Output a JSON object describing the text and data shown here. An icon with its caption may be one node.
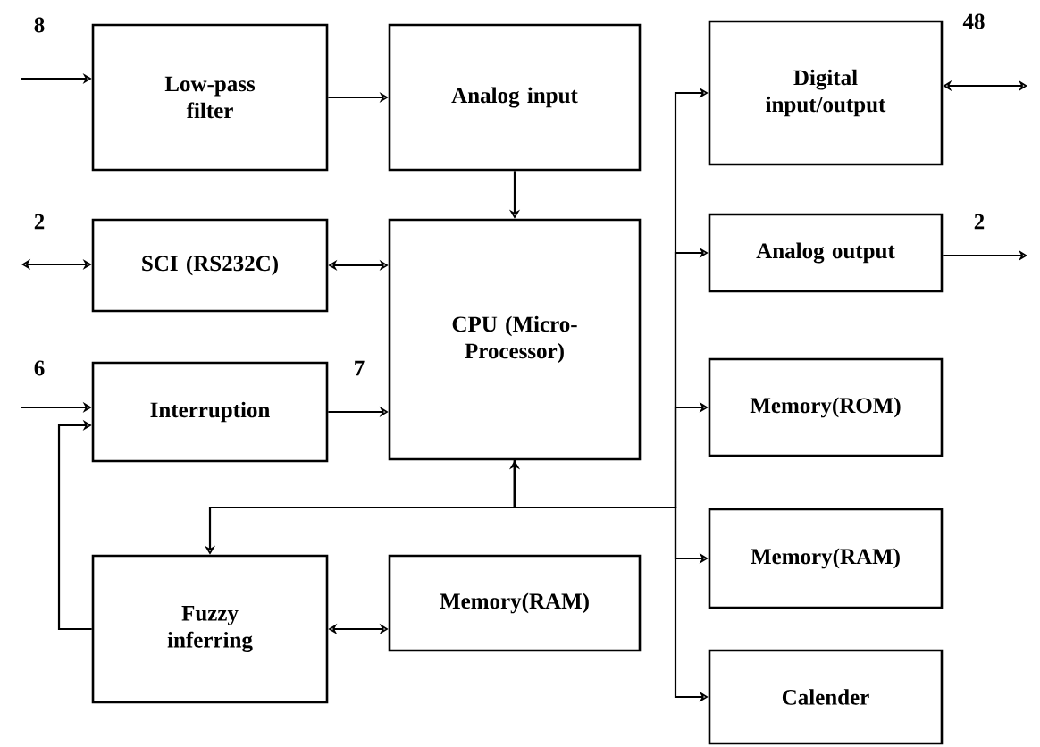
{
  "diagram": {
    "nodes": [
      {
        "text": [
          "Low-pass filter"
        ]
      },
      {
        "text": [
          "Analog input"
        ]
      },
      {
        "text": [
          "Digital input/output"
        ]
      },
      {
        "text": [
          "SCI (RS232C)"
        ]
      },
      {
        "text": [
          "CPU (Micro-Processor)"
        ]
      },
      {
        "text": [
          "Analog output"
        ]
      },
      {
        "text": [
          "Interruption"
        ]
      },
      {
        "text": [
          "Memory(ROM)"
        ]
      },
      {
        "text": [
          "Fuzzy inferring"
        ]
      },
      {
        "text": [
          "Memory(RAM)"
        ]
      },
      {
        "text": [
          "Memory(RAM)"
        ]
      },
      {
        "text": [
          "Calender"
        ]
      }
    ],
    "edges": [
      {
        "from": null,
        "to": 0,
        "arrow": "to",
        "label": "8"
      },
      {
        "from": 0,
        "to": 1,
        "arrow": "to"
      },
      {
        "from": 1,
        "to": 4,
        "arrow": "to"
      },
      {
        "from": null,
        "to": 3,
        "arrow": "both",
        "label": "2"
      },
      {
        "from": 3,
        "to": 4,
        "arrow": "both"
      },
      {
        "from": null,
        "to": 6,
        "arrow": "to",
        "label": "6"
      },
      {
        "from": 6,
        "to": 4,
        "arrow": "to",
        "label": "7"
      },
      {
        "from": 8,
        "to": 6,
        "arrow": "to"
      },
      {
        "from": 4,
        "to": 8,
        "arrow": "both"
      },
      {
        "from": 8,
        "to": 9,
        "arrow": "both"
      },
      {
        "from": 4,
        "to": 2,
        "arrow": "to"
      },
      {
        "from": 4,
        "to": 5,
        "arrow": "to"
      },
      {
        "from": 4,
        "to": 7,
        "arrow": "to"
      },
      {
        "from": 4,
        "to": 10,
        "arrow": "to"
      },
      {
        "from": 4,
        "to": 11,
        "arrow": "to"
      },
      {
        "from": 2,
        "to": null,
        "arrow": "both",
        "label": "48"
      },
      {
        "from": 5,
        "to": null,
        "arrow": "to",
        "label": "2"
      }
    ]
  }
}
